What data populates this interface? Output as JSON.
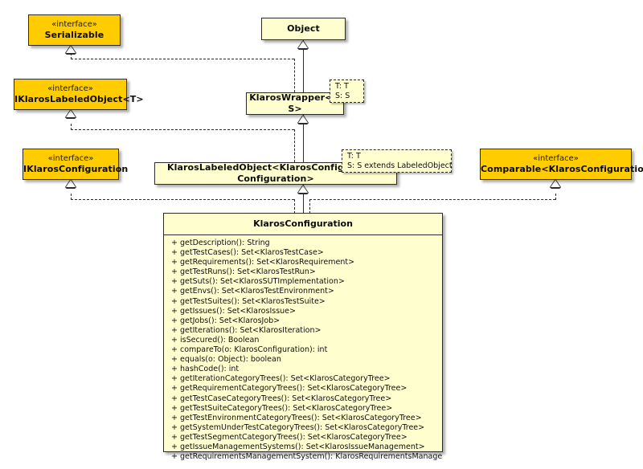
{
  "diagram": {
    "kind": "uml-class-diagram",
    "colors": {
      "interface_fill": "#FFCC00",
      "class_fill": "#FEFECE",
      "border": "#2B2B2B",
      "background": "#FFFFFF",
      "text": "#101010"
    },
    "stereotype_label": "«interface»"
  },
  "nodes": {
    "serializable": {
      "stereotype": "«interface»",
      "name": "Serializable"
    },
    "iklaroslabeledobject": {
      "stereotype": "«interface»",
      "name": "IKlarosLabeledObject<T>"
    },
    "iklarosconfiguration": {
      "stereotype": "«interface»",
      "name": "IKlarosConfiguration"
    },
    "comparable": {
      "stereotype": "«interface»",
      "name": "Comparable<KlarosConfiguration>"
    },
    "object": {
      "name": "Object"
    },
    "klaroswrapper": {
      "name": "KlarosWrapper<T, S>"
    },
    "klaroslabeledobject": {
      "name": "KlarosLabeledObject<KlarosConfiguration, Configuration>"
    },
    "klarosconfiguration": {
      "name": "KlarosConfiguration",
      "methods": [
        "+ getDescription(): String",
        "+ getTestCases(): Set<KlarosTestCase>",
        "+ getRequirements(): Set<KlarosRequirement>",
        "+ getTestRuns(): Set<KlarosTestRun>",
        "+ getSuts(): Set<KlarosSUTImplementation>",
        "+ getEnvs(): Set<KlarosTestEnvironment>",
        "+ getTestSuites(): Set<KlarosTestSuite>",
        "+ getIssues(): Set<KlarosIssue>",
        "+ getJobs(): Set<KlarosJob>",
        "+ getIterations(): Set<KlarosIteration>",
        "+ isSecured(): Boolean",
        "+ compareTo(o: KlarosConfiguration): int",
        "+ equals(o: Object): boolean",
        "+ hashCode(): int",
        "+ getIterationCategoryTrees(): Set<KlarosCategoryTree>",
        "+ getRequirementCategoryTrees(): Set<KlarosCategoryTree>",
        "+ getTestCaseCategoryTrees(): Set<KlarosCategoryTree>",
        "+ getTestSuiteCategoryTrees(): Set<KlarosCategoryTree>",
        "+ getTestEnvironmentCategoryTrees(): Set<KlarosCategoryTree>",
        "+ getSystemUnderTestCategoryTrees(): Set<KlarosCategoryTree>",
        "+ getTestSegmentCategoryTrees(): Set<KlarosCategoryTree>",
        "+ getIssueManagementSystems(): Set<KlarosIssueManagement>",
        "+ getRequirementsManagementSystem(): KlarosRequirementsManagement"
      ]
    }
  },
  "template_params": {
    "wrapper": {
      "line1": "T: T",
      "line2": "S: S"
    },
    "labeled": {
      "line1": "T: T",
      "line2": "S: S extends LabeledObject"
    }
  }
}
